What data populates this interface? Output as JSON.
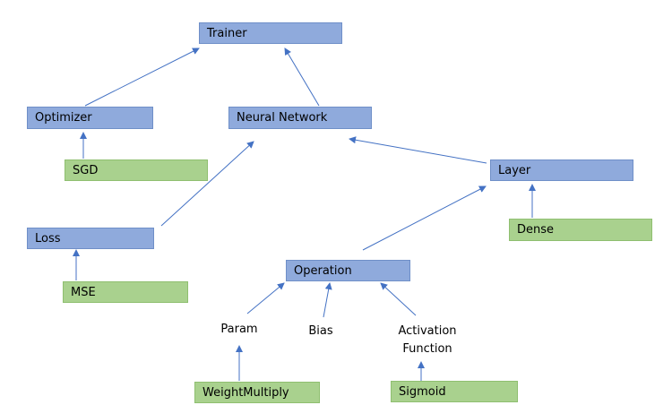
{
  "nodes": {
    "trainer": "Trainer",
    "optimizer": "Optimizer",
    "neural_network": "Neural Network",
    "sgd": "SGD",
    "layer": "Layer",
    "loss": "Loss",
    "dense": "Dense",
    "operation": "Operation",
    "mse": "MSE",
    "param": "Param",
    "bias": "Bias",
    "activation_line1": "Activation",
    "activation_line2": "Function",
    "weight_multiply": "WeightMultiply",
    "sigmoid": "Sigmoid"
  },
  "colors": {
    "class_box": "#8faadc",
    "implementation_box": "#a9d18e",
    "arrow": "#4472c4"
  }
}
